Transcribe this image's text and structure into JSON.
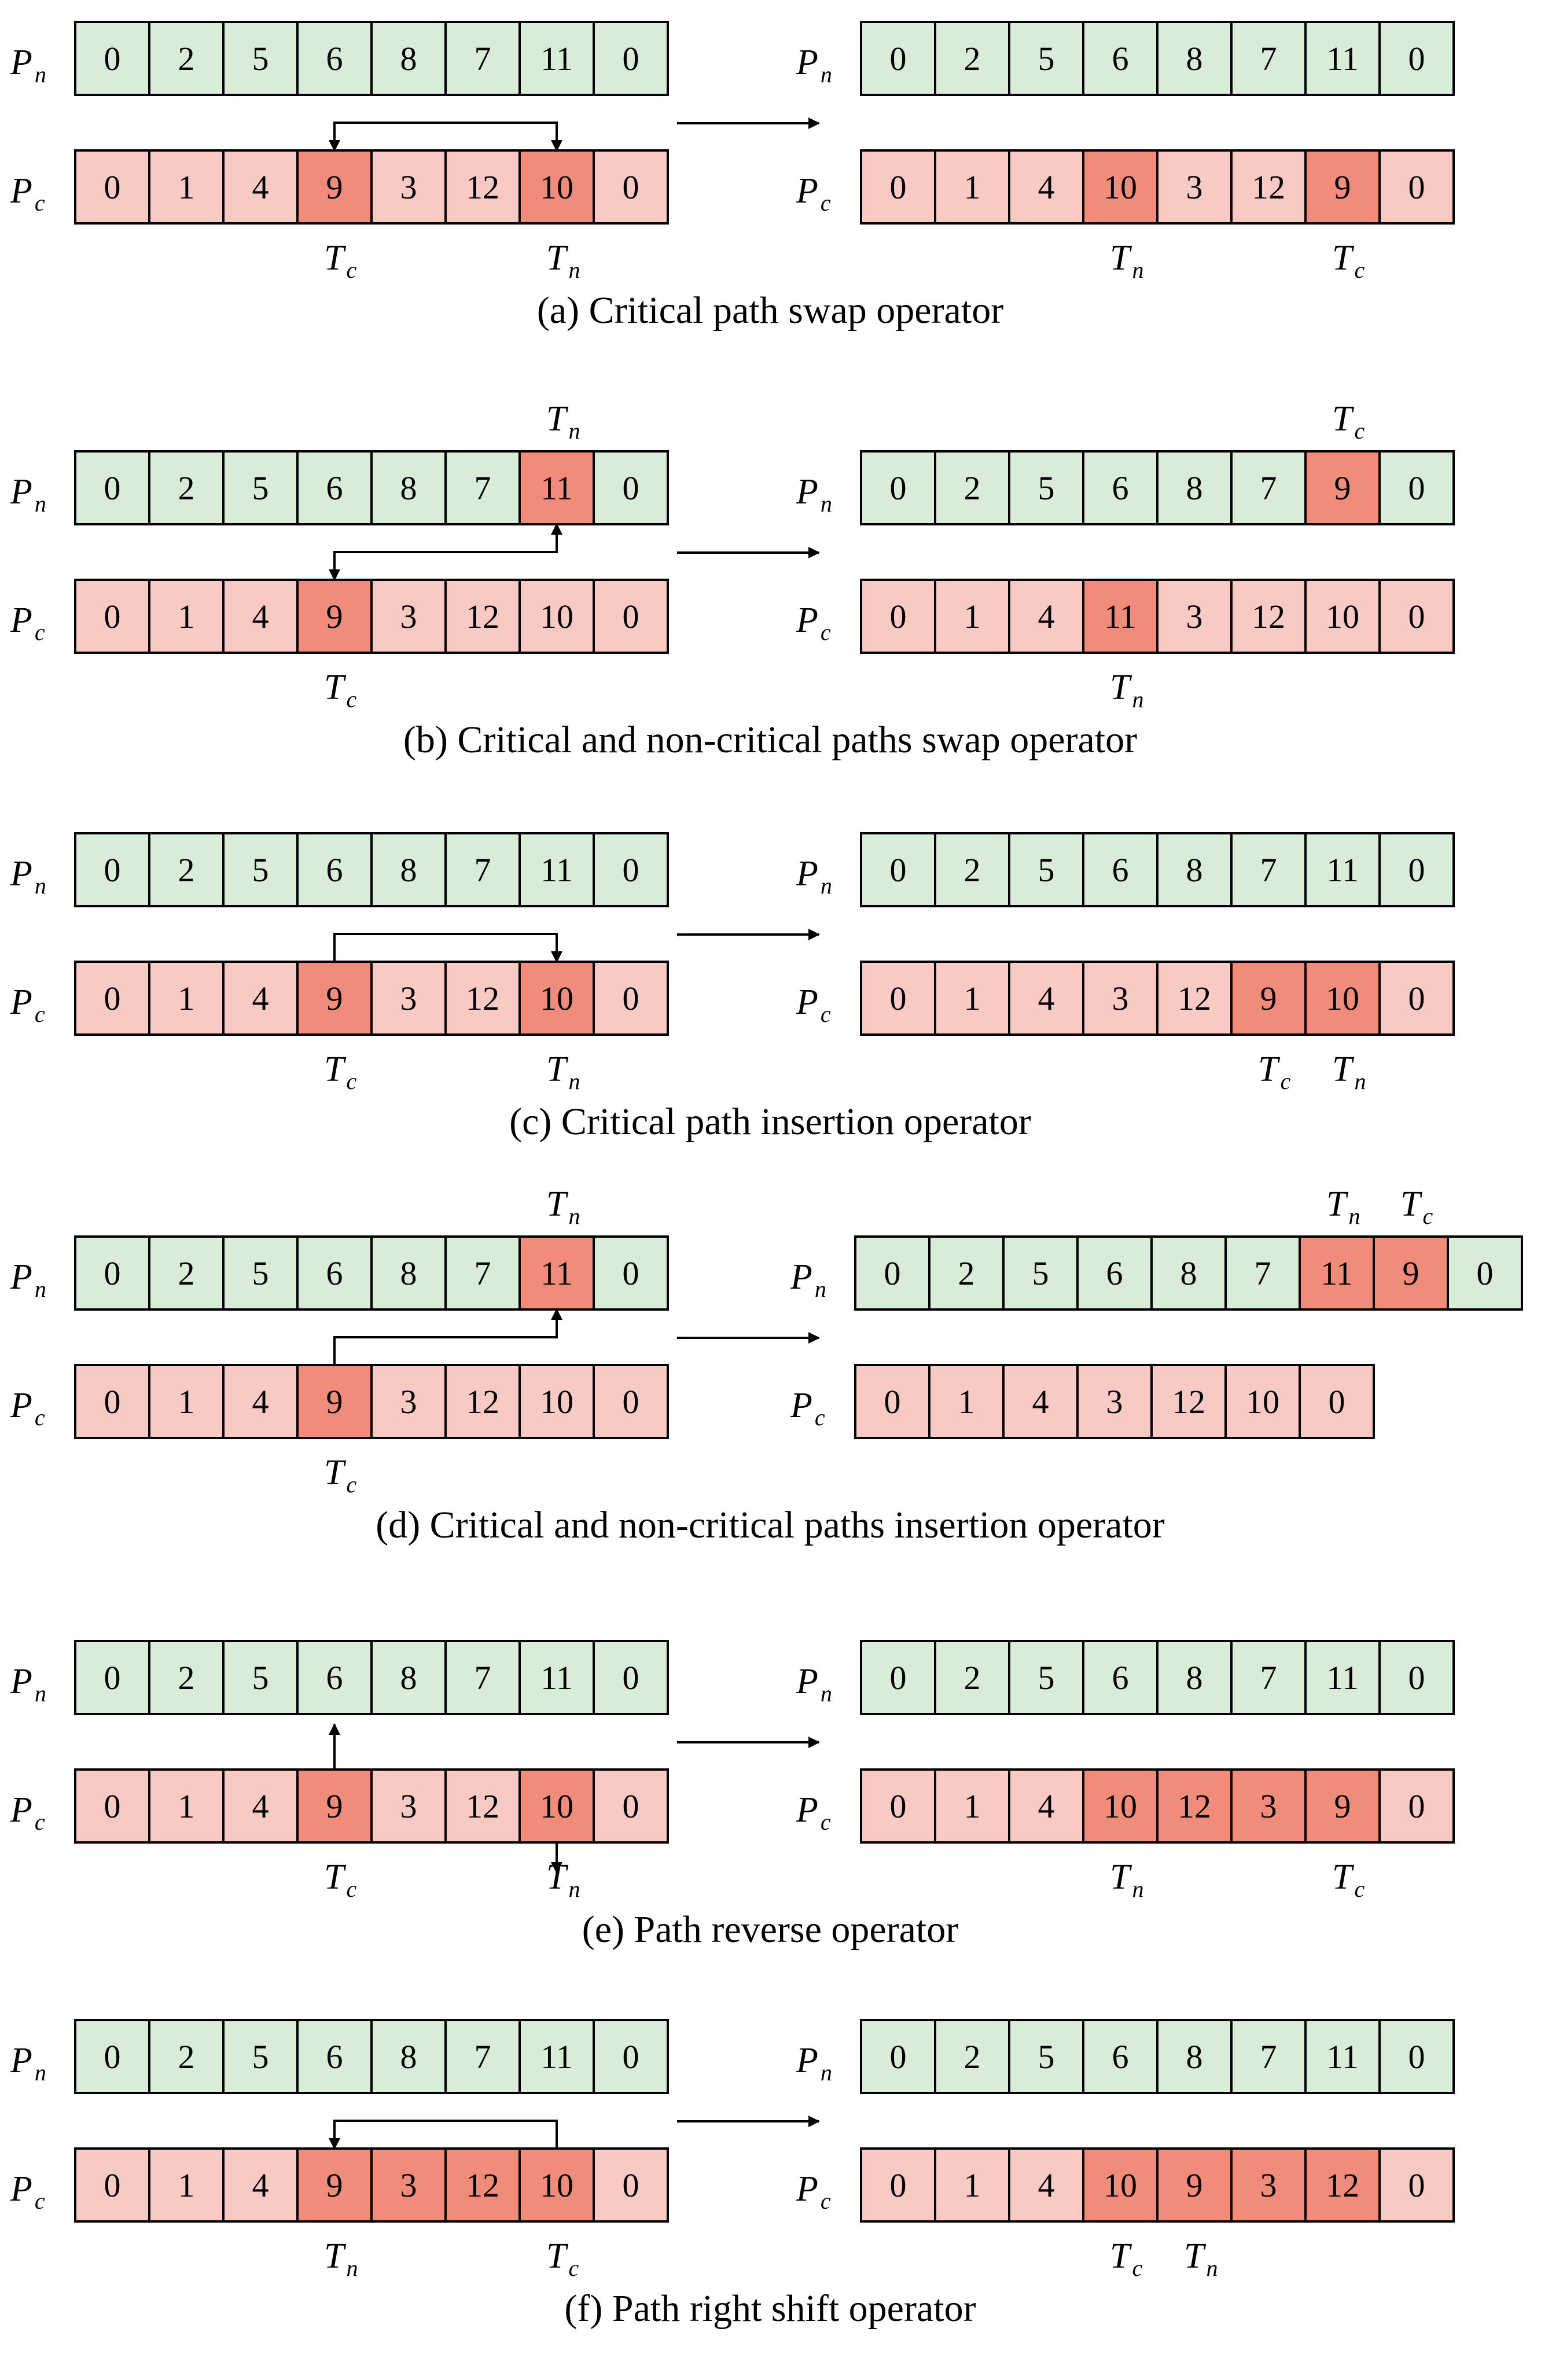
{
  "colors": {
    "green": "#d9ecd7",
    "pink": "#f9cac4",
    "hl": "#f08c79",
    "hl_light": "#f4a393",
    "stroke": "#000000"
  },
  "panels": [
    {
      "caption": "(a)  Critical path swap operator",
      "before": {
        "pn": [
          "0",
          "2",
          "5",
          "6",
          "8",
          "7",
          "11",
          "0"
        ],
        "pc": [
          "0",
          "1",
          "4",
          "9",
          "3",
          "12",
          "10",
          "0"
        ],
        "pn_hl": [],
        "pc_hl": [
          3,
          6
        ],
        "labels": [
          {
            "row": "pc",
            "side": "below",
            "index": 3,
            "name": "T",
            "sub": "c"
          },
          {
            "row": "pc",
            "side": "below",
            "index": 6,
            "name": "T",
            "sub": "n"
          }
        ]
      },
      "after": {
        "pn": [
          "0",
          "2",
          "5",
          "6",
          "8",
          "7",
          "11",
          "0"
        ],
        "pc": [
          "0",
          "1",
          "4",
          "10",
          "3",
          "12",
          "9",
          "0"
        ],
        "pn_hl": [],
        "pc_hl": [
          3,
          6
        ],
        "labels": [
          {
            "row": "pc",
            "side": "below",
            "index": 3,
            "name": "T",
            "sub": "n"
          },
          {
            "row": "pc",
            "side": "below",
            "index": 6,
            "name": "T",
            "sub": "c"
          }
        ]
      }
    },
    {
      "caption": "(b) Critical and non-critical paths swap operator",
      "before": {
        "pn": [
          "0",
          "2",
          "5",
          "6",
          "8",
          "7",
          "11",
          "0"
        ],
        "pc": [
          "0",
          "1",
          "4",
          "9",
          "3",
          "12",
          "10",
          "0"
        ],
        "pn_hl": [
          6
        ],
        "pc_hl": [
          3
        ],
        "labels": [
          {
            "row": "pn",
            "side": "above",
            "index": 6,
            "name": "T",
            "sub": "n"
          },
          {
            "row": "pc",
            "side": "below",
            "index": 3,
            "name": "T",
            "sub": "c"
          }
        ]
      },
      "after": {
        "pn": [
          "0",
          "2",
          "5",
          "6",
          "8",
          "7",
          "9",
          "0"
        ],
        "pc": [
          "0",
          "1",
          "4",
          "11",
          "3",
          "12",
          "10",
          "0"
        ],
        "pn_hl": [
          6
        ],
        "pc_hl": [
          3
        ],
        "labels": [
          {
            "row": "pn",
            "side": "above",
            "index": 6,
            "name": "T",
            "sub": "c"
          },
          {
            "row": "pc",
            "side": "below",
            "index": 3,
            "name": "T",
            "sub": "n"
          }
        ]
      }
    },
    {
      "caption": "(c)  Critical path insertion operator",
      "before": {
        "pn": [
          "0",
          "2",
          "5",
          "6",
          "8",
          "7",
          "11",
          "0"
        ],
        "pc": [
          "0",
          "1",
          "4",
          "9",
          "3",
          "12",
          "10",
          "0"
        ],
        "pn_hl": [],
        "pc_hl": [
          3,
          6
        ],
        "labels": [
          {
            "row": "pc",
            "side": "below",
            "index": 3,
            "name": "T",
            "sub": "c"
          },
          {
            "row": "pc",
            "side": "below",
            "index": 6,
            "name": "T",
            "sub": "n"
          }
        ]
      },
      "after": {
        "pn": [
          "0",
          "2",
          "5",
          "6",
          "8",
          "7",
          "11",
          "0"
        ],
        "pc": [
          "0",
          "1",
          "4",
          "3",
          "12",
          "9",
          "10",
          "0"
        ],
        "pn_hl": [],
        "pc_hl": [
          5,
          6
        ],
        "labels": [
          {
            "row": "pc",
            "side": "below",
            "index": 5,
            "name": "T",
            "sub": "c"
          },
          {
            "row": "pc",
            "side": "below",
            "index": 6,
            "name": "T",
            "sub": "n"
          }
        ]
      }
    },
    {
      "caption": "(d) Critical and non-critical paths insertion operator",
      "before": {
        "pn": [
          "0",
          "2",
          "5",
          "6",
          "8",
          "7",
          "11",
          "0"
        ],
        "pc": [
          "0",
          "1",
          "4",
          "9",
          "3",
          "12",
          "10",
          "0"
        ],
        "pn_hl": [
          6
        ],
        "pc_hl": [
          3
        ],
        "labels": [
          {
            "row": "pn",
            "side": "above",
            "index": 6,
            "name": "T",
            "sub": "n"
          },
          {
            "row": "pc",
            "side": "below",
            "index": 3,
            "name": "T",
            "sub": "c"
          }
        ]
      },
      "after": {
        "pn": [
          "0",
          "2",
          "5",
          "6",
          "8",
          "7",
          "11",
          "9",
          "0"
        ],
        "pc": [
          "0",
          "1",
          "4",
          "3",
          "12",
          "10",
          "0"
        ],
        "pn_hl": [
          6,
          7
        ],
        "pc_hl": [],
        "labels": [
          {
            "row": "pn",
            "side": "above",
            "index": 6,
            "name": "T",
            "sub": "n"
          },
          {
            "row": "pn",
            "side": "above",
            "index": 7,
            "name": "T",
            "sub": "c"
          }
        ]
      }
    },
    {
      "caption": "(e) Path reverse operator",
      "before": {
        "pn": [
          "0",
          "2",
          "5",
          "6",
          "8",
          "7",
          "11",
          "0"
        ],
        "pc": [
          "0",
          "1",
          "4",
          "9",
          "3",
          "12",
          "10",
          "0"
        ],
        "pn_hl": [],
        "pc_hl": [
          3,
          6
        ],
        "labels": [
          {
            "row": "pc",
            "side": "below",
            "index": 3,
            "name": "T",
            "sub": "c"
          },
          {
            "row": "pc",
            "side": "below",
            "index": 6,
            "name": "T",
            "sub": "n"
          }
        ]
      },
      "after": {
        "pn": [
          "0",
          "2",
          "5",
          "6",
          "8",
          "7",
          "11",
          "0"
        ],
        "pc": [
          "0",
          "1",
          "4",
          "10",
          "12",
          "3",
          "9",
          "0"
        ],
        "pn_hl": [],
        "pc_hl": [
          3,
          4,
          5,
          6
        ],
        "labels": [
          {
            "row": "pc",
            "side": "below",
            "index": 3,
            "name": "T",
            "sub": "n"
          },
          {
            "row": "pc",
            "side": "below",
            "index": 6,
            "name": "T",
            "sub": "c"
          }
        ]
      }
    },
    {
      "caption": "(f)  Path right shift operator",
      "before": {
        "pn": [
          "0",
          "2",
          "5",
          "6",
          "8",
          "7",
          "11",
          "0"
        ],
        "pc": [
          "0",
          "1",
          "4",
          "9",
          "3",
          "12",
          "10",
          "0"
        ],
        "pn_hl": [],
        "pc_hl": [
          3,
          4,
          5,
          6
        ],
        "labels": [
          {
            "row": "pc",
            "side": "below",
            "index": 3,
            "name": "T",
            "sub": "n"
          },
          {
            "row": "pc",
            "side": "below",
            "index": 6,
            "name": "T",
            "sub": "c"
          }
        ]
      },
      "after": {
        "pn": [
          "0",
          "2",
          "5",
          "6",
          "8",
          "7",
          "11",
          "0"
        ],
        "pc": [
          "0",
          "1",
          "4",
          "10",
          "9",
          "3",
          "12",
          "0"
        ],
        "pn_hl": [],
        "pc_hl": [
          3,
          4,
          5,
          6
        ],
        "labels": [
          {
            "row": "pc",
            "side": "below",
            "index": 3,
            "name": "T",
            "sub": "c"
          },
          {
            "row": "pc",
            "side": "below",
            "index": 4,
            "name": "T",
            "sub": "n"
          }
        ]
      }
    }
  ]
}
